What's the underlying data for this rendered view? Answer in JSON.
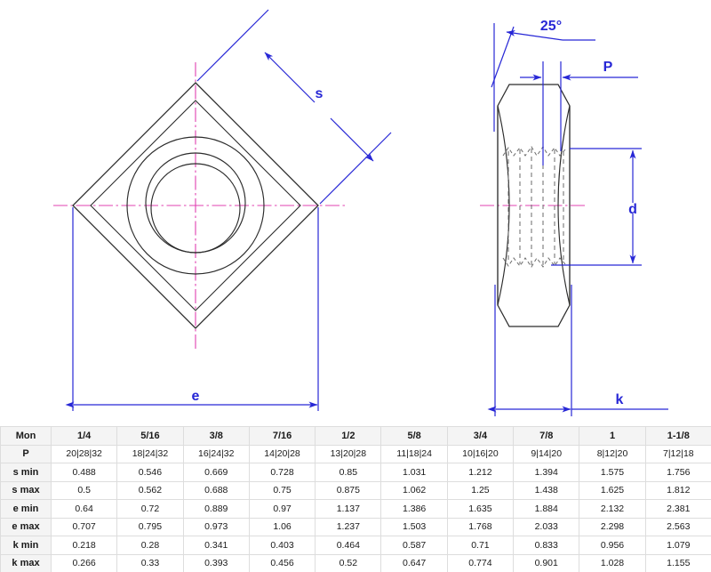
{
  "drawing": {
    "title": "square-nut-engineering-drawing",
    "colors": {
      "outline": "#2b2b2b",
      "dimension": "#2727d6",
      "centerline": "#e040b0",
      "hidden": "#6a6a6a"
    },
    "left_view": {
      "name": "top-view-square-nut",
      "labels": {
        "s": "s",
        "e": "e"
      }
    },
    "right_view": {
      "name": "side-view-square-nut",
      "labels": {
        "angle": "25°",
        "p": "P",
        "d": "d",
        "k": "k"
      }
    }
  },
  "table": {
    "row_headers": [
      "Mon",
      "P",
      "s min",
      "s max",
      "e min",
      "e max",
      "k min",
      "k max"
    ],
    "columns": [
      "1/4",
      "5/16",
      "3/8",
      "7/16",
      "1/2",
      "5/8",
      "3/4",
      "7/8",
      "1",
      "1-1/8"
    ],
    "rows": [
      {
        "header": "P",
        "values": [
          "20|28|32",
          "18|24|32",
          "16|24|32",
          "14|20|28",
          "13|20|28",
          "11|18|24",
          "10|16|20",
          "9|14|20",
          "8|12|20",
          "7|12|18"
        ]
      },
      {
        "header": "s min",
        "values": [
          "0.488",
          "0.546",
          "0.669",
          "0.728",
          "0.85",
          "1.031",
          "1.212",
          "1.394",
          "1.575",
          "1.756"
        ]
      },
      {
        "header": "s max",
        "values": [
          "0.5",
          "0.562",
          "0.688",
          "0.75",
          "0.875",
          "1.062",
          "1.25",
          "1.438",
          "1.625",
          "1.812"
        ]
      },
      {
        "header": "e min",
        "values": [
          "0.64",
          "0.72",
          "0.889",
          "0.97",
          "1.137",
          "1.386",
          "1.635",
          "1.884",
          "2.132",
          "2.381"
        ]
      },
      {
        "header": "e max",
        "values": [
          "0.707",
          "0.795",
          "0.973",
          "1.06",
          "1.237",
          "1.503",
          "1.768",
          "2.033",
          "2.298",
          "2.563"
        ]
      },
      {
        "header": "k min",
        "values": [
          "0.218",
          "0.28",
          "0.341",
          "0.403",
          "0.464",
          "0.587",
          "0.71",
          "0.833",
          "0.956",
          "1.079"
        ]
      },
      {
        "header": "k max",
        "values": [
          "0.266",
          "0.33",
          "0.393",
          "0.456",
          "0.52",
          "0.647",
          "0.774",
          "0.901",
          "1.028",
          "1.155"
        ]
      }
    ]
  }
}
